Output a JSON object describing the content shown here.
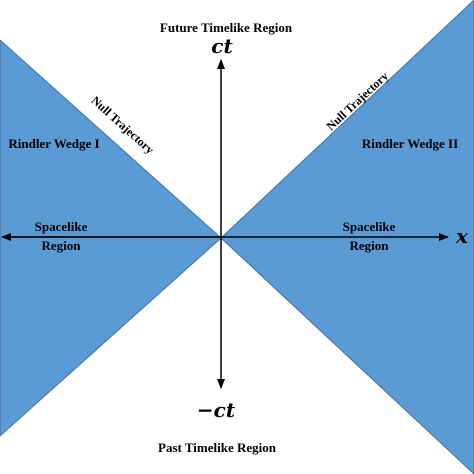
{
  "regions": {
    "future": "Future Timelike Region",
    "past": "Past Timelike Region",
    "left_wedge": "Rindler Wedge I",
    "right_wedge": "Rindler Wedge II",
    "left_spacelike_line1": "Spacelike",
    "left_spacelike_line2": "Region",
    "right_spacelike_line1": "Spacelike",
    "right_spacelike_line2": "Region"
  },
  "axes": {
    "time_positive": "ct",
    "time_negative": "−ct",
    "space": "x"
  },
  "null_lines": {
    "left": "Null Trajectory",
    "right": "Null Trajectory"
  },
  "colors": {
    "wedge_fill": "#5b9bd5",
    "wedge_edge": "#41719c",
    "axis": "#000000",
    "background": "#ffffff"
  }
}
